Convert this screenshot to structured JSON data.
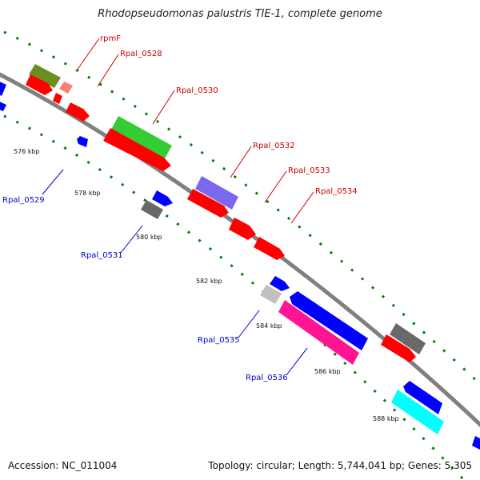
{
  "title": "Rhodopseudomonas palustris TIE-1, complete genome",
  "footer": {
    "accession": "Accession: NC_011004",
    "topology": "Topology: circular; Length: 5,744,041 bp; Genes: 5,305"
  },
  "colors": {
    "forward_gene": "#ff0000",
    "reverse_gene": "#0000ff",
    "backbone": "#808080",
    "ruler_ticks": "#008000",
    "label_forward": "#cc0000",
    "label_reverse": "#0000cc"
  },
  "kbp_labels": [
    "576 kbp",
    "578 kbp",
    "580 kbp",
    "582 kbp",
    "584 kbp",
    "586 kbp",
    "588 kbp"
  ],
  "gene_labels": [
    "rpmF",
    "Rpal_0528",
    "Rpal_0529",
    "Rpal_0530",
    "Rpal_0531",
    "Rpal_0532",
    "Rpal_0533",
    "Rpal_0534",
    "Rpal_0535",
    "Rpal_0536"
  ],
  "strand_colors": [
    "#6b8e23",
    "#fa8072",
    "#32cd32",
    "#7b68ee",
    "#696969",
    "#c0c0c0",
    "#ff1493",
    "#00ffff"
  ]
}
